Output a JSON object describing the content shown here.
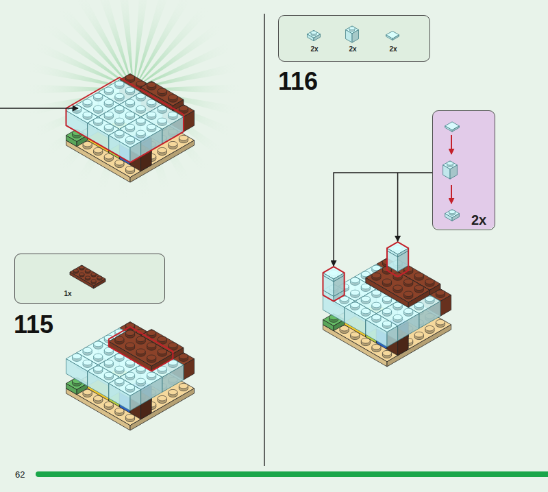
{
  "diagram": {
    "nodes": [
      {
        "text": [
          "1x"
        ]
      },
      {
        "text": [
          "2x",
          "2x",
          "2x"
        ]
      },
      {
        "text": [
          "2x"
        ]
      }
    ],
    "labels": [
      "115",
      "116",
      "62"
    ]
  }
}
